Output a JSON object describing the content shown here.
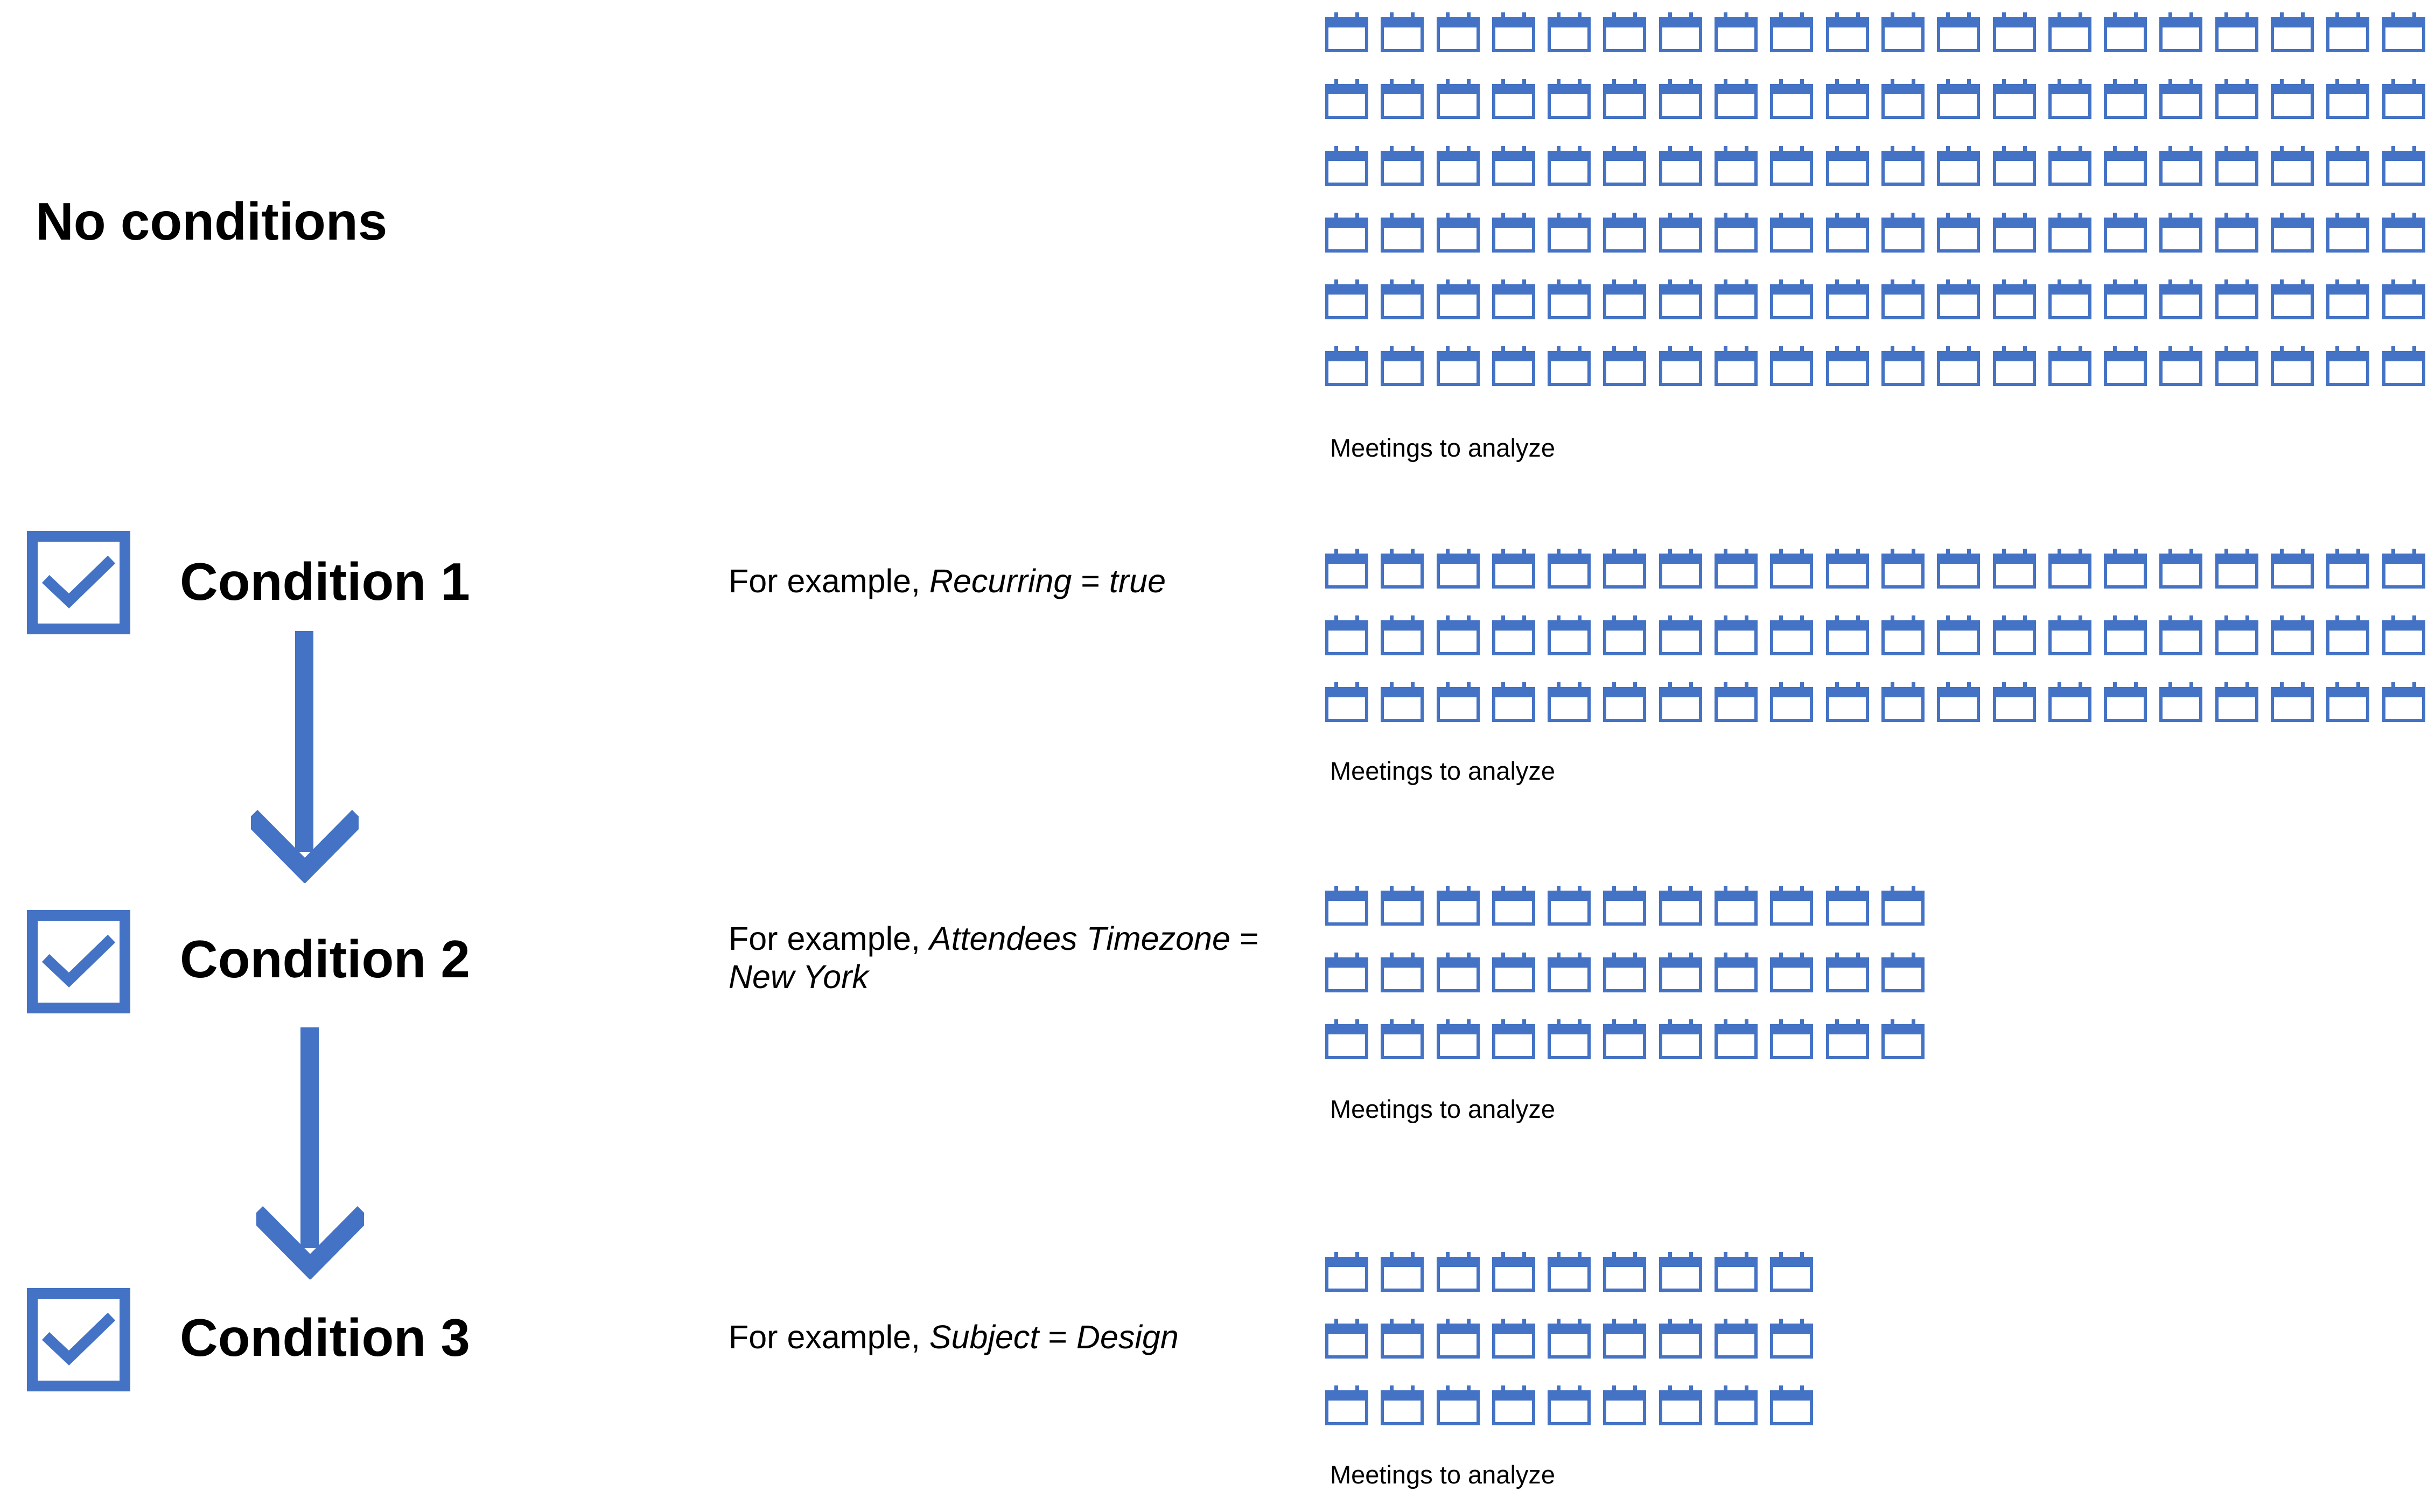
{
  "colors": {
    "accent": "#4472C4",
    "text": "#000000",
    "background": "#ffffff"
  },
  "icons": {
    "meeting": "calendar-icon",
    "check": "checkbox-checked-icon",
    "flow": "arrow-down-icon"
  },
  "no_conditions": {
    "title": "No conditions",
    "caption": "Meetings to analyze",
    "grid": {
      "rows": 6,
      "cols": 20
    }
  },
  "conditions": [
    {
      "title": "Condition 1",
      "example_prefix": "For example, ",
      "example_field": "Recurring",
      "example_op": " = ",
      "example_value": "true",
      "caption": "Meetings to analyze",
      "grid": {
        "rows": 3,
        "cols": 20
      }
    },
    {
      "title": "Condition 2",
      "example_prefix": "For example, ",
      "example_field": "Attendees Timezone",
      "example_op": " = ",
      "example_value": "New York",
      "caption": "Meetings to analyze",
      "grid": {
        "rows": 3,
        "cols": 11
      }
    },
    {
      "title": "Condition 3",
      "example_prefix": "For example, ",
      "example_field": "Subject",
      "example_op": " = ",
      "example_value": "Design",
      "caption": "Meetings to analyze",
      "grid": {
        "rows": 3,
        "cols": 9
      }
    }
  ]
}
